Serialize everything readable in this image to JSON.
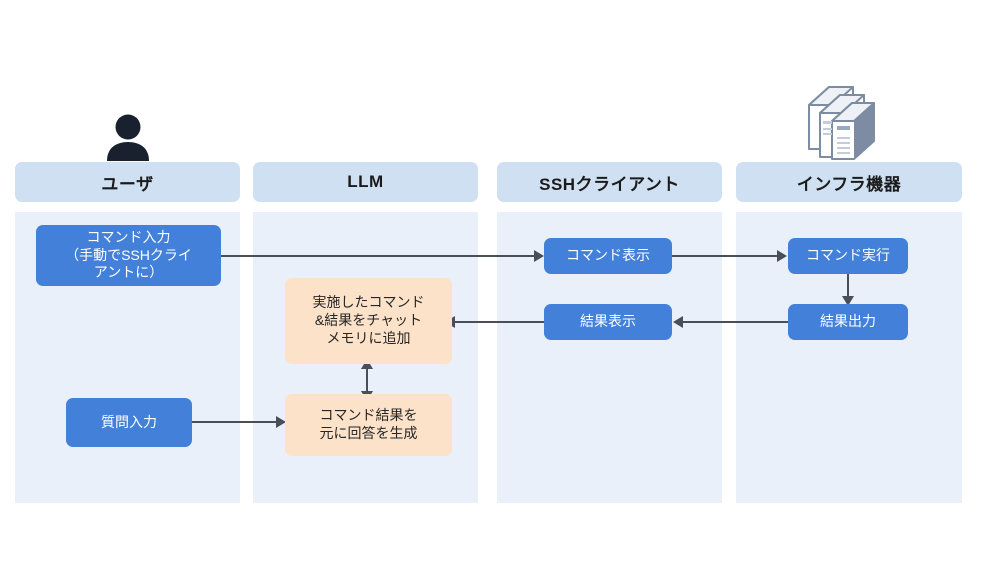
{
  "diagram": {
    "title": "SSH operation flow between user, LLM, SSH client and infrastructure devices",
    "background_color": "#ffffff",
    "lane_header_color": "#cfe0f2",
    "lane_body_color": "#e9f0fa",
    "blue_box_color": "#4380da",
    "orange_box_color": "#fbe2c9",
    "connector_color": "#4a4f57"
  },
  "lanes": [
    {
      "id": "user",
      "label": "ユーザ"
    },
    {
      "id": "llm",
      "label": "LLM"
    },
    {
      "id": "ssh_client",
      "label": "SSHクライアント"
    },
    {
      "id": "infra",
      "label": "インフラ機器"
    }
  ],
  "icons": {
    "user": {
      "name": "user-avatar-icon",
      "lane": "user"
    },
    "server": {
      "name": "server-stack-icon",
      "lane": "infra"
    }
  },
  "nodes": {
    "command_input": {
      "lane": "user",
      "type": "blue",
      "lines": [
        "コマンド入力",
        "（手動でSSHクライ",
        "アントに）"
      ]
    },
    "question_input": {
      "lane": "user",
      "type": "blue",
      "lines": [
        "質問入力"
      ]
    },
    "add_to_memory": {
      "lane": "llm",
      "type": "orange",
      "lines": [
        "実施したコマンド",
        "&結果をチャット",
        "メモリに追加"
      ]
    },
    "generate_answer": {
      "lane": "llm",
      "type": "orange",
      "lines": [
        "コマンド結果を",
        "元に回答を生成"
      ]
    },
    "command_display": {
      "lane": "ssh_client",
      "type": "blue",
      "lines": [
        "コマンド表示"
      ]
    },
    "result_display": {
      "lane": "ssh_client",
      "type": "blue",
      "lines": [
        "結果表示"
      ]
    },
    "command_execute": {
      "lane": "infra",
      "type": "blue",
      "lines": [
        "コマンド実行"
      ]
    },
    "result_output": {
      "lane": "infra",
      "type": "blue",
      "lines": [
        "結果出力"
      ]
    }
  },
  "connectors": [
    {
      "name": "command-input-to-command-display",
      "from": "command_input",
      "to": "command_display",
      "direction": "right"
    },
    {
      "name": "command-display-to-command-execute",
      "from": "command_display",
      "to": "command_execute",
      "direction": "right"
    },
    {
      "name": "command-execute-to-result-output",
      "from": "command_execute",
      "to": "result_output",
      "direction": "down"
    },
    {
      "name": "result-output-to-result-display",
      "from": "result_output",
      "to": "result_display",
      "direction": "left"
    },
    {
      "name": "result-display-to-add-to-memory",
      "from": "result_display",
      "to": "add_to_memory",
      "direction": "left"
    },
    {
      "name": "memory-answer-link",
      "from": "add_to_memory",
      "to": "generate_answer",
      "direction": "both-vertical"
    },
    {
      "name": "question-input-to-generate-answer",
      "from": "question_input",
      "to": "generate_answer",
      "direction": "right"
    }
  ]
}
